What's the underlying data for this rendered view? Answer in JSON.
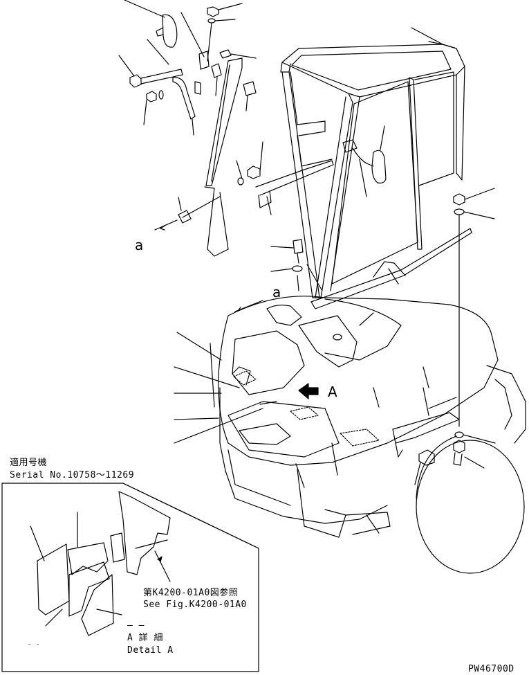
{
  "callouts": {
    "view_a_label": "A",
    "arrow_a_label": "a",
    "arrow_a2_label": "a"
  },
  "detail": {
    "serial_jp": "適用号機",
    "serial_en": "Serial No.10758～11269",
    "ref_jp": "第K4200-01A0図参照",
    "ref_en": "See Fig.K4200-01A0",
    "title_jp": "A 詳 細",
    "title_en": "Detail A",
    "dash_mark": "– –",
    "minus_mark": "- -"
  },
  "drawing_number": "PW46700D"
}
